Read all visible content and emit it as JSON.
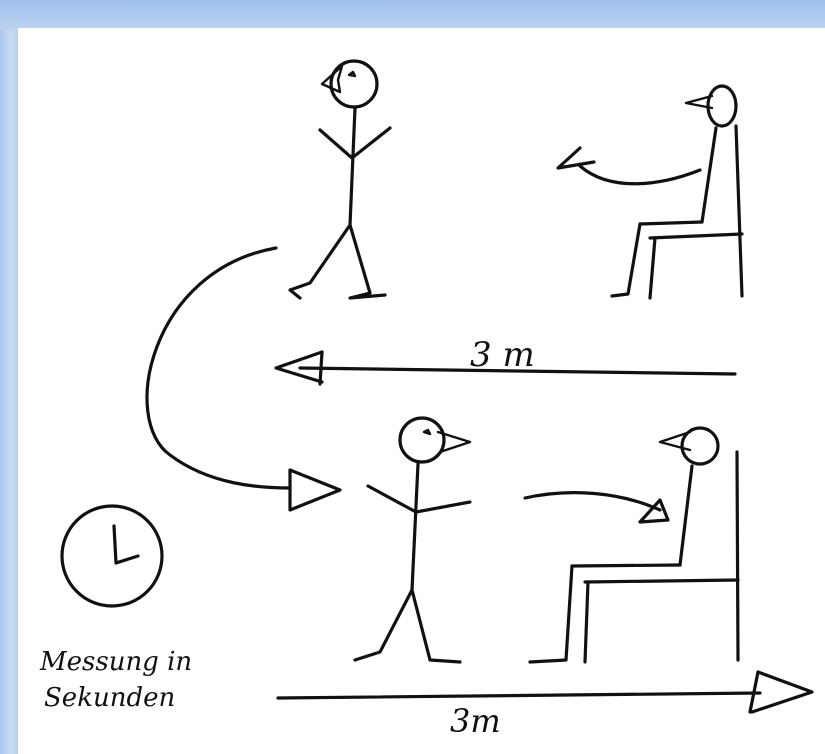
{
  "diagram": {
    "distance_top": "3 m",
    "distance_bottom": "3m",
    "clock_caption_line1": "Messung in",
    "clock_caption_line2": "Sekunden"
  },
  "colors": {
    "frame": "#bcd3f0",
    "canvas": "#ffffff",
    "ink": "#111111"
  }
}
